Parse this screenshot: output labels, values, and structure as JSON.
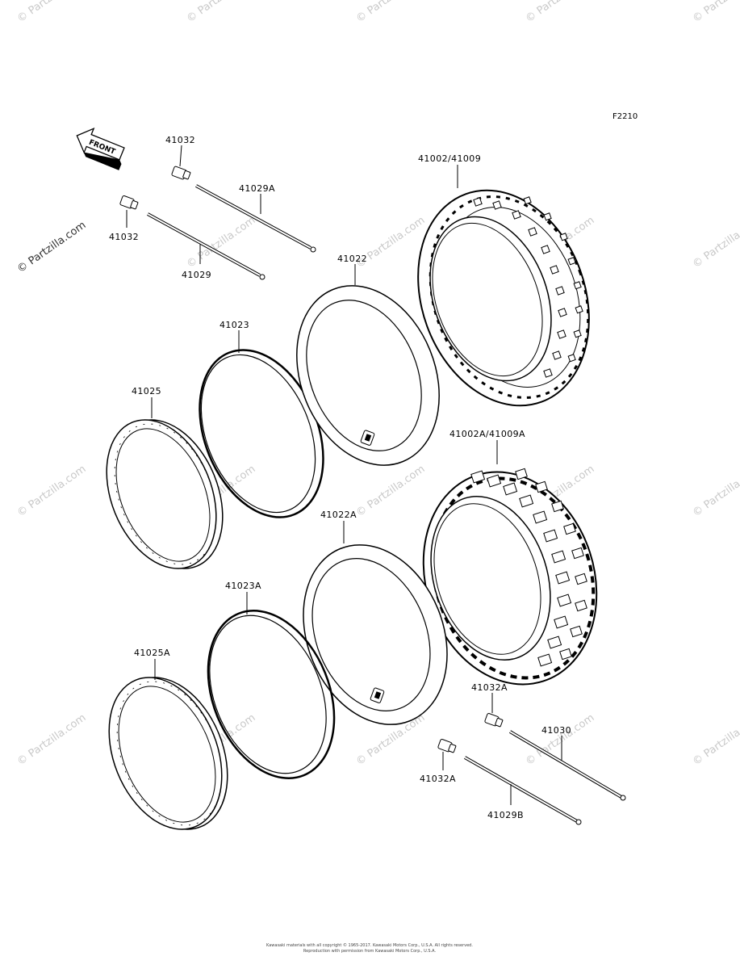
{
  "diagram_code": "F2210",
  "front_arrow_label": "FRONT",
  "watermark_text": "© Partzilla.com",
  "parts": {
    "p41032_top": "41032",
    "p41029A": "41029A",
    "p41032_left": "41032",
    "p41029": "41029",
    "p41002_41009": "41002/41009",
    "p41022": "41022",
    "p41023": "41023",
    "p41025": "41025",
    "p41002A_41009A": "41002A/41009A",
    "p41022A": "41022A",
    "p41023A": "41023A",
    "p41025A": "41025A",
    "p41032A_top": "41032A",
    "p41030": "41030",
    "p41032A_bottom": "41032A",
    "p41029B": "41029B"
  },
  "footer": {
    "line1": "Kawasaki materials with all copyright © 1965-2017. Kawasaki Motors Corp., U.S.A. All rights reserved.",
    "line2": "Reproduction with permission from Kawasaki Motors Corp., U.S.A."
  }
}
